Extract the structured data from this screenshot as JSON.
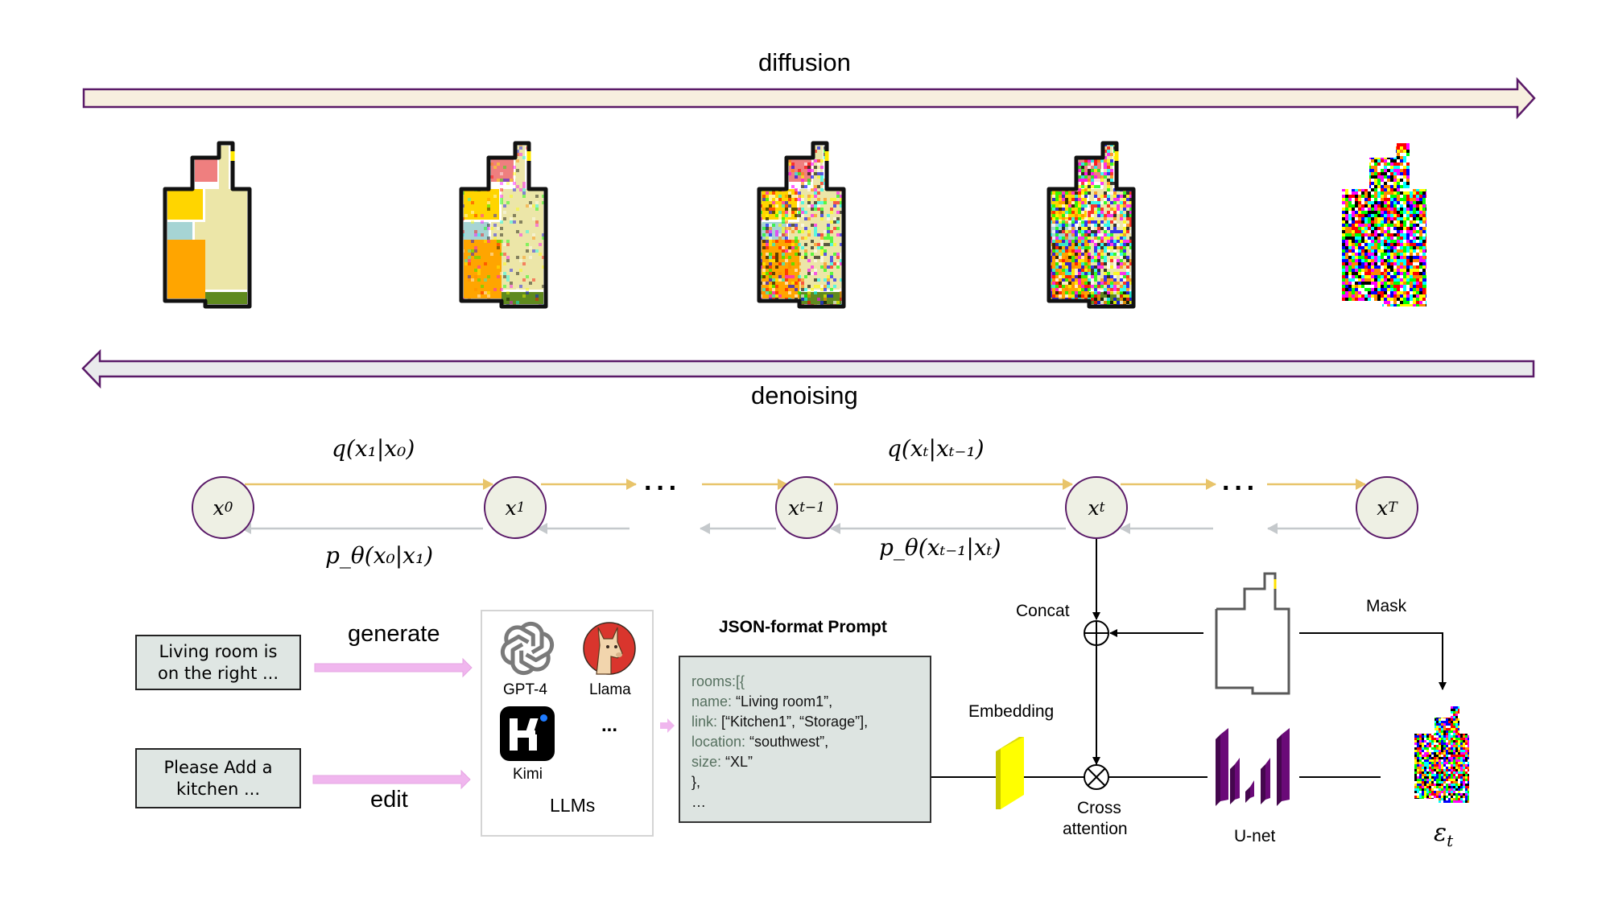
{
  "top": {
    "diffusion_label": "diffusion",
    "denoising_label": "denoising"
  },
  "floorplan_steps": [
    {
      "step": "x0",
      "noise_level": 0.0
    },
    {
      "step": "x1",
      "noise_level": 0.15
    },
    {
      "step": "x_t-1",
      "noise_level": 0.45
    },
    {
      "step": "x_t",
      "noise_level": 0.7
    },
    {
      "step": "x_T",
      "noise_level": 1.0
    }
  ],
  "chain": {
    "nodes": [
      {
        "base": "x",
        "sub": "0"
      },
      {
        "base": "x",
        "sub": "1"
      },
      {
        "base": "x",
        "sub": "t−1"
      },
      {
        "base": "x",
        "sub": "t"
      },
      {
        "base": "x",
        "sub": "T"
      }
    ],
    "ellipsis": "···",
    "forward_label_1": "q(x₁|x₀)",
    "forward_label_2": "q(xₜ|xₜ₋₁)",
    "reverse_label_1": "p_θ(x₀|x₁)",
    "reverse_label_2": "p_θ(xₜ₋₁|xₜ)",
    "forward_color": "#e8c46a",
    "reverse_color": "#c5c9cc"
  },
  "inputs": {
    "generate_text": "Living room is on the right ...",
    "edit_text": "Please Add a kitchen ...",
    "generate_label": "generate",
    "edit_label": "edit",
    "arrow_color": "#f0b6ee"
  },
  "llms": {
    "title": "LLMs",
    "models": [
      {
        "name": "GPT-4",
        "icon": "openai-logo-icon"
      },
      {
        "name": "Llama",
        "icon": "llama-logo-icon"
      },
      {
        "name": "Kimi",
        "icon": "kimi-logo-icon"
      }
    ],
    "more": "..."
  },
  "json_prompt": {
    "title": "JSON-format Prompt",
    "lines": [
      {
        "key": "rooms:[{",
        "value": ""
      },
      {
        "key": "name: ",
        "value": "“Living room1”,"
      },
      {
        "key": "link: ",
        "value": "[“Kitchen1”, “Storage”],"
      },
      {
        "key": "location: ",
        "value": "“southwest”,"
      },
      {
        "key": "size: ",
        "value": "“XL”"
      },
      {
        "key": "",
        "value": "},"
      },
      {
        "key": "",
        "value": "…"
      }
    ]
  },
  "model": {
    "embedding_label": "Embedding",
    "concat_label": "Concat",
    "cross_attention_label": "Cross\nattention",
    "cross_attention_line1": "Cross",
    "cross_attention_line2": "attention",
    "unet_label": "U-net",
    "mask_label": "Mask",
    "epsilon_label": "ε",
    "epsilon_sub": "t",
    "embedding_color": "#ffff00",
    "unet_color": "#6a0a78"
  },
  "colors": {
    "arrow_outline": "#5a1a68",
    "diffusion_fill": "#f7efdf",
    "denoising_fill": "#e9eaec",
    "living": "#ece6a8",
    "bed_pink": "#ef7f7f",
    "yellow": "#ffd500",
    "blue": "#a6d4d4",
    "orange": "#ffa500",
    "green": "#5f8a1e",
    "door": "#ffe800"
  }
}
